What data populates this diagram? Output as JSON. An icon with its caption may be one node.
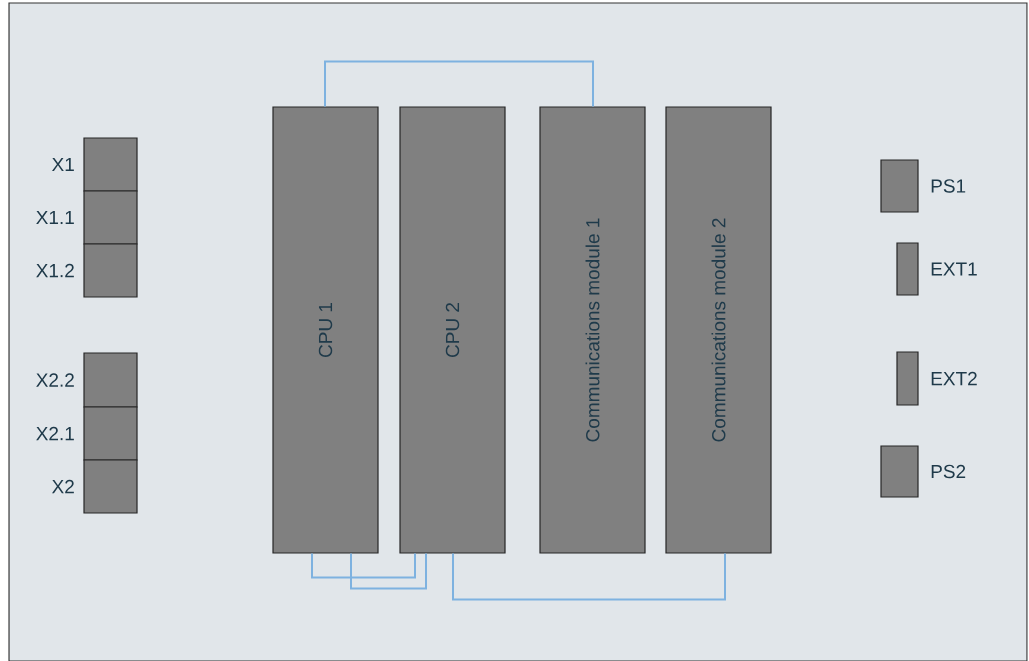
{
  "diagram": {
    "nodes": [
      {
        "text": [
          "CPU 1"
        ]
      },
      {
        "text": [
          "CPU 2"
        ]
      },
      {
        "text": [
          "Communications module 1"
        ]
      },
      {
        "text": [
          "Communications module 2"
        ]
      },
      {
        "text": [
          "X1"
        ]
      },
      {
        "text": [
          "X1.1"
        ]
      },
      {
        "text": [
          "X1.2"
        ]
      },
      {
        "text": [
          "X2.2"
        ]
      },
      {
        "text": [
          "X2.1"
        ]
      },
      {
        "text": [
          "X2"
        ]
      },
      {
        "text": [
          "PS1"
        ]
      },
      {
        "text": [
          "EXT1"
        ]
      },
      {
        "text": [
          "EXT2"
        ]
      },
      {
        "text": [
          "PS2"
        ]
      }
    ],
    "edges": [
      {
        "from": 0,
        "to": 2,
        "arrow": "none"
      },
      {
        "from": 0,
        "to": 1,
        "arrow": "none"
      },
      {
        "from": 0,
        "to": 1,
        "arrow": "none"
      },
      {
        "from": 1,
        "to": 3,
        "arrow": "none"
      }
    ]
  }
}
